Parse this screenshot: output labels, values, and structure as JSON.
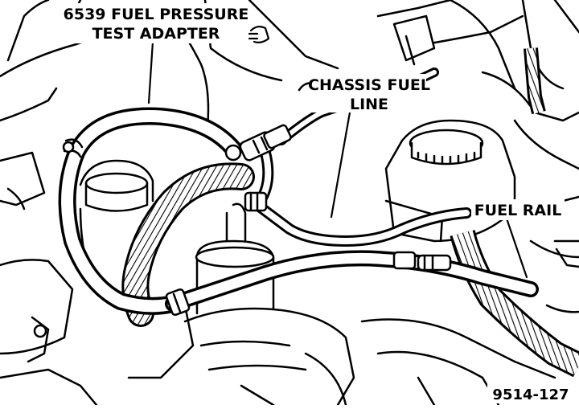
{
  "labels": {
    "adapter_line1": "6539 FUEL PRESSURE",
    "adapter_line2": "TEST ADAPTER",
    "chassis_line1": "CHASSIS FUEL",
    "chassis_line2": "LINE",
    "fuel_rail": "FUEL RAIL",
    "figure_number": "9514-127"
  }
}
